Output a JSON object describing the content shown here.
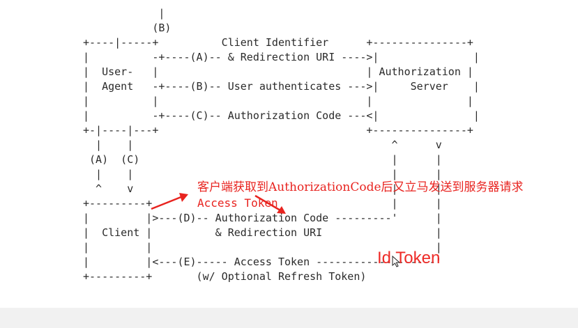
{
  "diagram": {
    "ascii_lines": [
      "            |",
      "           (B)",
      "+----|-----+          Client Identifier      +---------------+",
      "|          -+----(A)-- & Redirection URI ---->|               |",
      "|  User-   |                                 | Authorization |",
      "|  Agent   -+----(B)-- User authenticates --->|     Server    |",
      "|          |                                 |               |",
      "|          -+----(C)-- Authorization Code ---<|               |",
      "+-|----|---+                                 +---------------+",
      "  |    |                                         ^      v",
      " (A)  (C)                                        |      |",
      "  |    |                                         |      |",
      "  ^    v                                         |      |",
      "+---------+                                      |      |",
      "|         |>---(D)-- Authorization Code ---------'      |",
      "|  Client |          & Redirection URI                  |",
      "|         |                                             |",
      "|         |<---(E)----- Access Token -------------------'",
      "+---------+       (w/ Optional Refresh Token)"
    ]
  },
  "annotations": {
    "note_line1": "客户端获取到AuthorizationCode后又立马发送到服务器请求",
    "note_line2": "Access Token",
    "id_token": "Id Token"
  },
  "colors": {
    "annotation": "#e8231f",
    "ascii_text": "#2a2a2a"
  },
  "icons": {
    "cursor": "mouse-cursor-icon"
  }
}
